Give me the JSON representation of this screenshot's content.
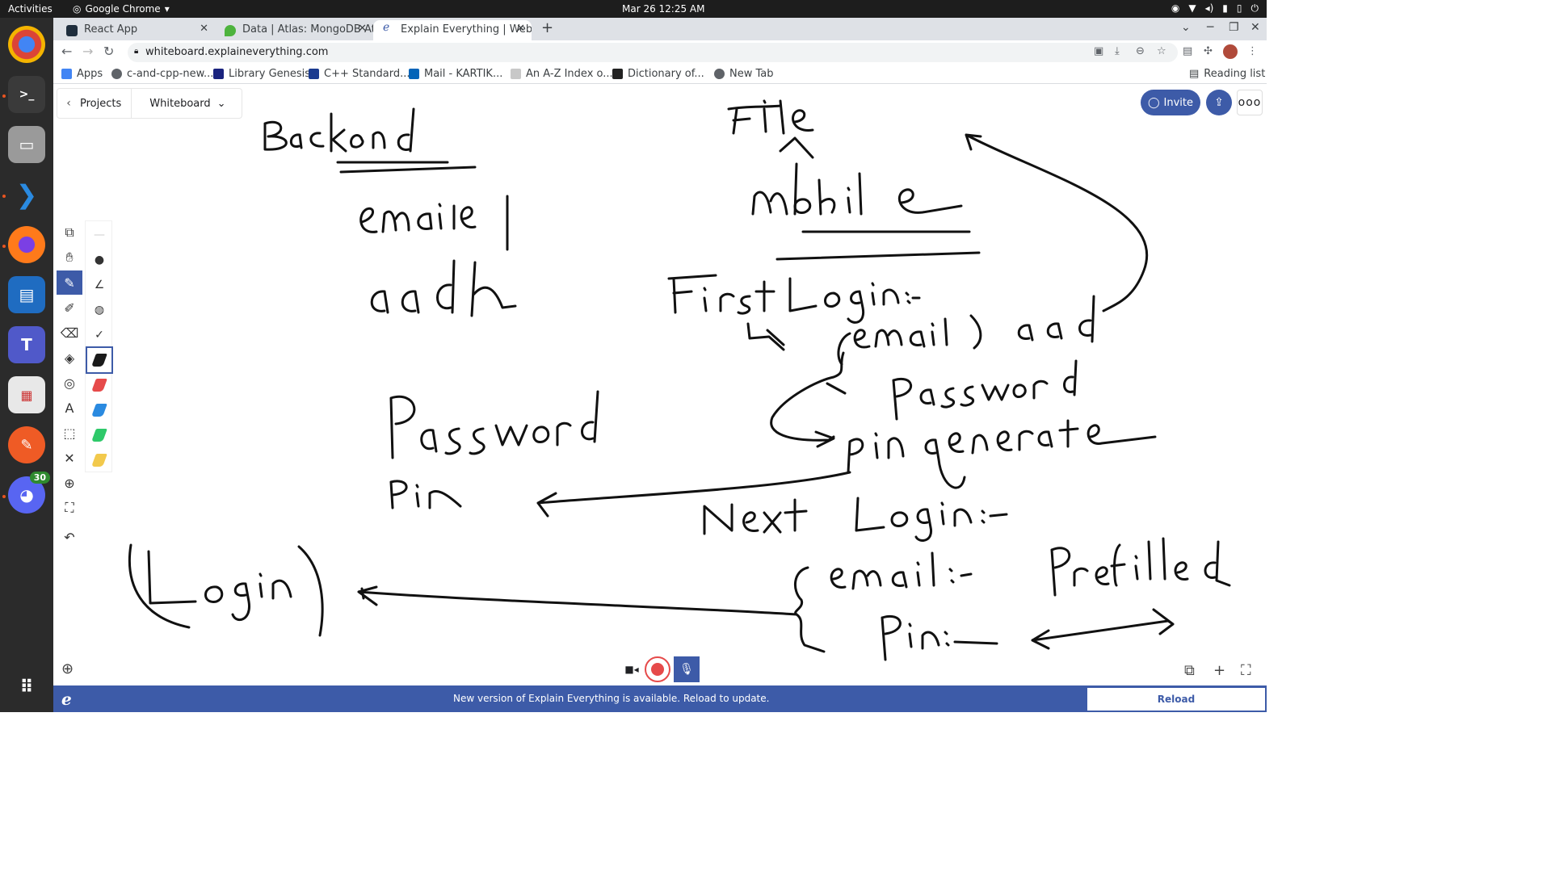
{
  "topbar": {
    "activities": "Activities",
    "app_name": "Google Chrome",
    "clock": "Mar 26  12:25 AM"
  },
  "dock": {
    "discord_badge": "30"
  },
  "tabs": [
    {
      "title": "React App",
      "color": "#1f2e3d"
    },
    {
      "title": "Data | Atlas: MongoDB At",
      "color": "#4db33d"
    },
    {
      "title": "Explain Everything | Web",
      "color": "#3d5ba8"
    }
  ],
  "toolbar": {
    "url": "whiteboard.explaineverything.com"
  },
  "bookmarks": [
    {
      "label": "Apps",
      "color": "#4285f4"
    },
    {
      "label": "c-and-cpp-new...",
      "color": "#5f6368"
    },
    {
      "label": "Library Genesis",
      "color": "#1a237e"
    },
    {
      "label": "C++ Standard...",
      "color": "#1a3a8f"
    },
    {
      "label": "Mail - KARTIK...",
      "color": "#0364b8"
    },
    {
      "label": "An A-Z Index o...",
      "color": "#c8c8c8"
    },
    {
      "label": "Dictionary of...",
      "color": "#222222"
    },
    {
      "label": "New Tab",
      "color": "#5f6368"
    }
  ],
  "reading_list": "Reading list",
  "app": {
    "projects_label": "Projects",
    "board_label": "Whiteboard",
    "invite_label": "Invite",
    "notice": "New version of Explain Everything is available. Reload to update.",
    "reload_label": "Reload",
    "accent": "#3d5ba8"
  },
  "markers": [
    "#1a1a1a",
    "#e64a4a",
    "#2a8ae0",
    "#2ec96a",
    "#f2c94c"
  ]
}
